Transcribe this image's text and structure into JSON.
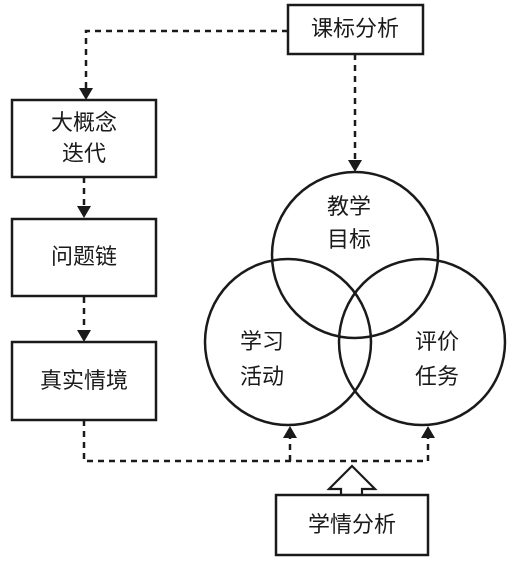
{
  "boxes": {
    "curriculum_analysis": "课标分析",
    "big_concept_line1": "大概念",
    "big_concept_line2": "迭代",
    "problem_chain": "问题链",
    "real_context": "真实情境",
    "learner_analysis": "学情分析"
  },
  "circles": {
    "teaching_goals_line1": "教学",
    "teaching_goals_line2": "目标",
    "learning_activities_line1": "学习",
    "learning_activities_line2": "活动",
    "evaluation_tasks_line1": "评价",
    "evaluation_tasks_line2": "任务"
  }
}
